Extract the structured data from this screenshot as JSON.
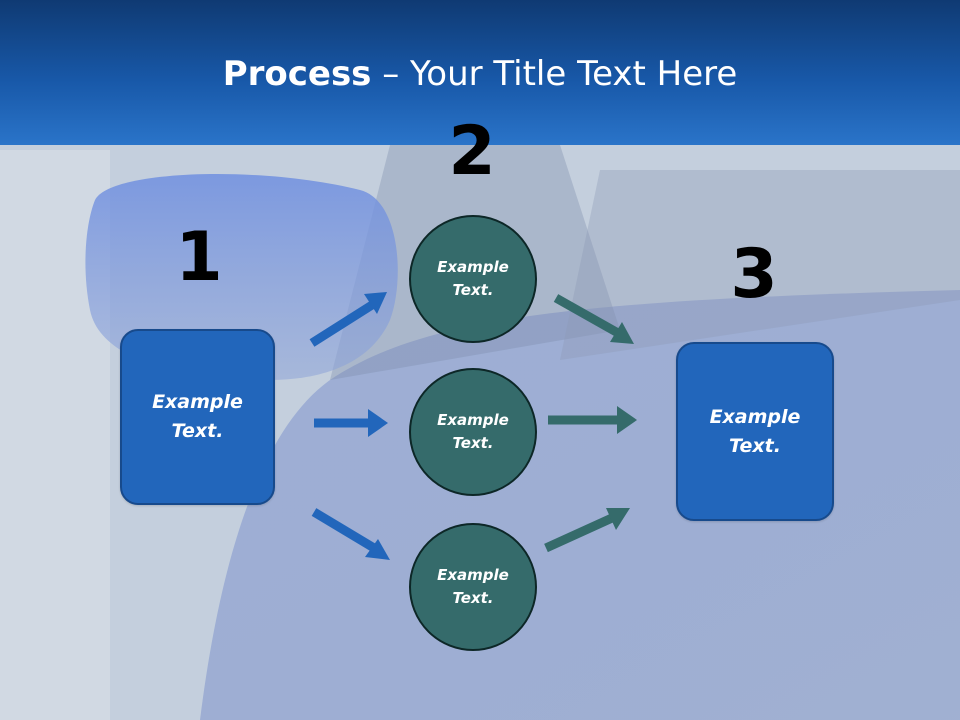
{
  "title": {
    "bold": "Process",
    "rest": " – Your Title Text Here"
  },
  "steps": {
    "step1": {
      "number": "1",
      "text": "Example\nText."
    },
    "step2": {
      "number": "2",
      "items": [
        {
          "text": "Example\nText."
        },
        {
          "text": "Example\nText."
        },
        {
          "text": "Example\nText."
        }
      ]
    },
    "step3": {
      "number": "3",
      "text": "Example\nText."
    }
  },
  "colors": {
    "header": "#1858a8",
    "box_fill": "#2266bb",
    "circle_fill": "#356b6b",
    "arrow_blue": "#2266bb",
    "arrow_teal": "#356b6b"
  },
  "icons": [
    "arrow-right-icon",
    "arrow-up-right-icon",
    "arrow-down-right-icon"
  ]
}
